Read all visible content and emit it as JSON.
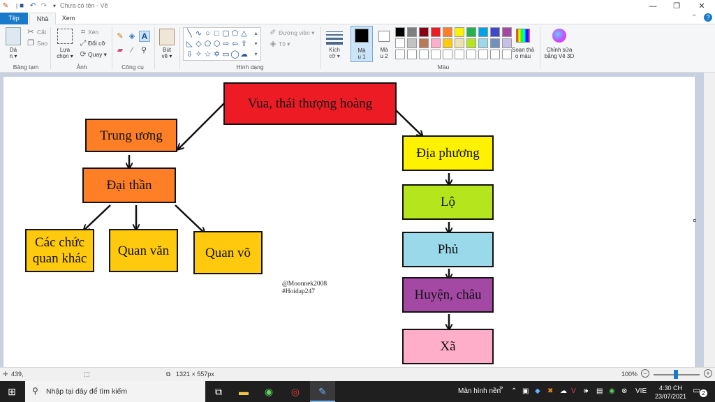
{
  "window": {
    "title": "Chưa có tên - Vẽ",
    "minimize_glyph": "—",
    "restore_glyph": "❐",
    "close_glyph": "✕"
  },
  "tabs": [
    {
      "label": "Tệp"
    },
    {
      "label": "Nhà"
    },
    {
      "label": "Xem"
    }
  ],
  "ribbon": {
    "clipboard": {
      "paste": "Dá\nn ▾",
      "cut": "Cắt",
      "copy": "Sao",
      "group": "Bảng tạm"
    },
    "image": {
      "select": "Lựa\nchọn ▾",
      "crop": "Xén",
      "resize": "Đổi cỡ",
      "rotate": "Quay ▾",
      "group": "Ảnh"
    },
    "tools": {
      "group": "Công cụ"
    },
    "brushes": {
      "label": "Bút\nvẽ ▾"
    },
    "shapes": {
      "outline": "Đường viền ▾",
      "fill": "Tô ▾",
      "group": "Hình dạng"
    },
    "size": {
      "label": "Kích\ncỡ ▾"
    },
    "color1": {
      "label": "Mà\nu 1",
      "value": "#000000"
    },
    "color2": {
      "label": "Mà\nu 2",
      "value": "#ffffff"
    },
    "palette": {
      "row1": [
        "#000000",
        "#7f7f7f",
        "#880015",
        "#ed1c24",
        "#ff7f27",
        "#fff200",
        "#22b14c",
        "#00a2e8",
        "#3f48cc",
        "#a349a4"
      ],
      "row2": [
        "#ffffff",
        "#c3c3c3",
        "#b97a57",
        "#ffaec9",
        "#ffc90e",
        "#efe4b0",
        "#b5e61d",
        "#99d9ea",
        "#7092be",
        "#c8bfe7"
      ],
      "row3": [
        "#ffffff",
        "#ffffff",
        "#ffffff",
        "#ffffff",
        "#ffffff",
        "#ffffff",
        "#ffffff",
        "#ffffff",
        "#ffffff",
        "#ffffff"
      ],
      "group": "Màu"
    },
    "edit_colors": "Soạn thả\no màu",
    "paint3d": "Chỉnh sửa\nbằng Vẽ 3D"
  },
  "diagram": {
    "nodes": {
      "king": {
        "text": "Vua, thái thượng hoàng",
        "color": "#ed1c24"
      },
      "central": {
        "text": "Trung ương",
        "color": "#ff7f27"
      },
      "ministers": {
        "text": "Đại thần",
        "color": "#ff7f27"
      },
      "officials": {
        "text": "Các chức\nquan khác",
        "color": "#ffc90e"
      },
      "civil": {
        "text": "Quan văn",
        "color": "#ffc90e"
      },
      "military": {
        "text": "Quan võ",
        "color": "#ffc90e"
      },
      "local": {
        "text": "Địa phương",
        "color": "#fff200"
      },
      "lo": {
        "text": "Lộ",
        "color": "#b5e61d"
      },
      "phu": {
        "text": "Phủ",
        "color": "#99d9ea"
      },
      "huyen": {
        "text": "Huyện, châu",
        "color": "#a349a4"
      },
      "xa": {
        "text": "Xã",
        "color": "#ffaec9"
      }
    },
    "watermark": {
      "line1": "@Moonnek2008",
      "line2": "#Hoidap247"
    }
  },
  "status": {
    "cursor": "439,",
    "canvas_size": "1321 × 557px",
    "zoom": "100%"
  },
  "taskbar": {
    "search_placeholder": "Nhập tại đây để tìm kiếm",
    "desktop_label": "Màn hình nền",
    "language": "VIE",
    "time": "4:30 CH",
    "date": "23/07/2021",
    "notifications": "2"
  }
}
